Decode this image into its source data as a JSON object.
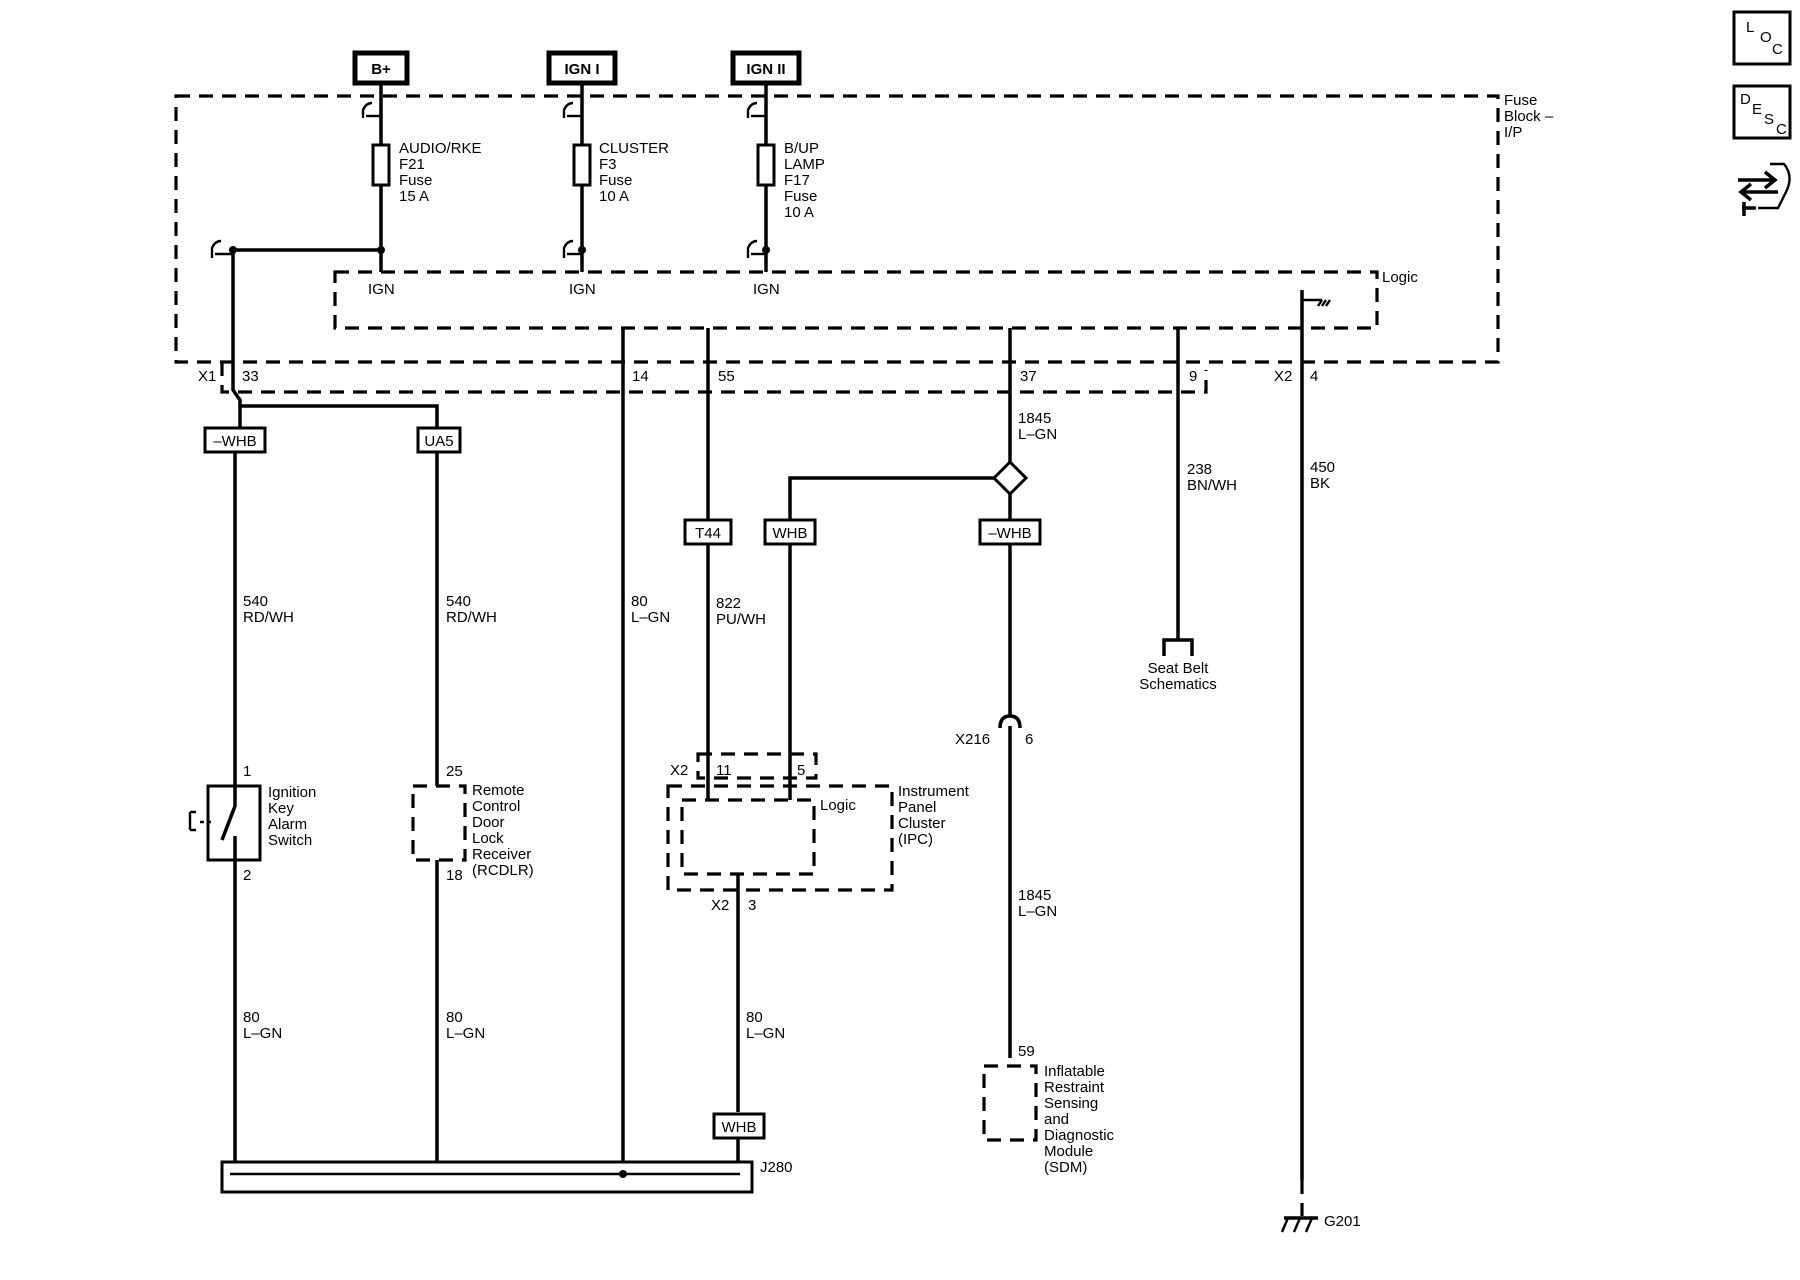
{
  "nav_icons": {
    "loc": {
      "icon": "loc-icon",
      "letters": [
        "L",
        "O",
        "C"
      ]
    },
    "desc": {
      "icon": "desc-icon",
      "letters": [
        "D",
        "E",
        "S",
        "C"
      ]
    },
    "connector": {
      "icon": "connector-views-icon"
    }
  },
  "power": {
    "bplus": "B+",
    "ign1": "IGN I",
    "ign2": "IGN II"
  },
  "fuse_block": {
    "label_lines": [
      "Fuse",
      "Block –",
      "I/P"
    ],
    "logic": "Logic"
  },
  "fuses": [
    {
      "lines": [
        "AUDIO/RKE",
        "F21",
        "Fuse",
        "15 A"
      ]
    },
    {
      "lines": [
        "CLUSTER",
        "F3",
        "Fuse",
        "10 A"
      ]
    },
    {
      "lines": [
        "B/UP",
        "LAMP",
        "F17",
        "Fuse",
        "10 A"
      ]
    }
  ],
  "ign_labels": [
    "IGN",
    "IGN",
    "IGN"
  ],
  "pins_fuse_block": {
    "x1": "X1",
    "p33": "33",
    "p14": "14",
    "p55": "55",
    "p37": "37",
    "p9": "9",
    "x2": "X2",
    "p4": "4"
  },
  "option_tags": {
    "whb_neg_left": "–WHB",
    "ua5": "UA5",
    "t44": "T44",
    "whb_mid": "WHB",
    "whb_neg_right": "–WHB",
    "whb_bottom": "WHB"
  },
  "wires": {
    "w540a": [
      "540",
      "RD/WH"
    ],
    "w540b": [
      "540",
      "RD/WH"
    ],
    "w80_mid": [
      "80",
      "L–GN"
    ],
    "w822": [
      "822",
      "PU/WH"
    ],
    "w1845_top": [
      "1845",
      "L–GN"
    ],
    "w238": [
      "238",
      "BN/WH"
    ],
    "w450": [
      "450",
      "BK"
    ],
    "w1845_bottom": [
      "1845",
      "L–GN"
    ],
    "w80a": [
      "80",
      "L–GN"
    ],
    "w80b": [
      "80",
      "L–GN"
    ],
    "w80c": [
      "80",
      "L–GN"
    ]
  },
  "components": {
    "ignition_switch": {
      "lines": [
        "Ignition",
        "Key",
        "Alarm",
        "Switch"
      ],
      "pin_top": "1",
      "pin_bottom": "2"
    },
    "rcdlr": {
      "lines": [
        "Remote",
        "Control",
        "Door",
        "Lock",
        "Receiver",
        "(RCDLR)"
      ],
      "pin_top": "25",
      "pin_bottom": "18"
    },
    "ipc": {
      "lines": [
        "Instrument",
        "Panel",
        "Cluster",
        "(IPC)"
      ],
      "logic": "Logic",
      "x2_top": "X2",
      "p11": "11",
      "p5": "5",
      "x2_bottom": "X2",
      "p3": "3"
    },
    "seat_belt": {
      "lines": [
        "Seat Belt",
        "Schematics"
      ]
    },
    "x216": {
      "label": "X216",
      "pin": "6"
    },
    "sdm": {
      "lines": [
        "Inflatable",
        "Restraint",
        "Sensing",
        "and",
        "Diagnostic",
        "Module",
        "(SDM)"
      ],
      "pin": "59"
    },
    "splice": {
      "label": "J280"
    },
    "ground": {
      "label": "G201"
    }
  }
}
